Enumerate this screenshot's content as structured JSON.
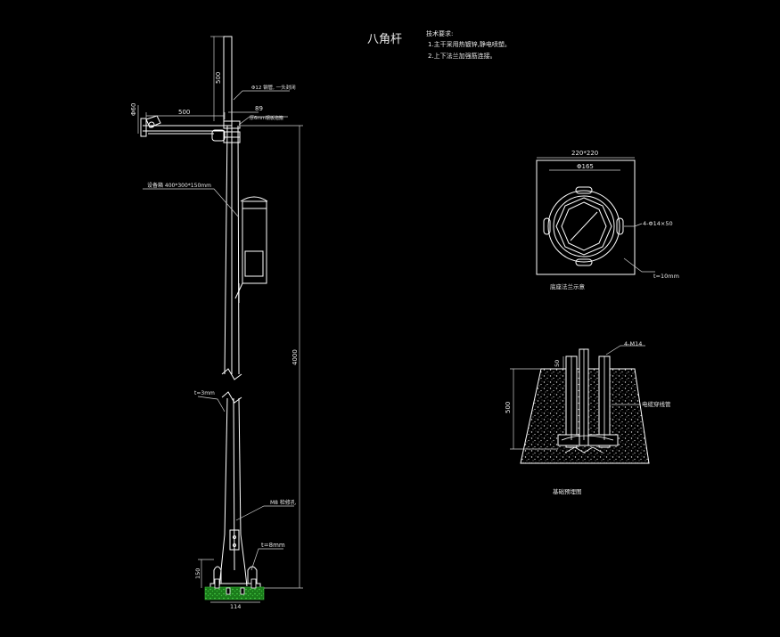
{
  "colors": {
    "background": "#000000",
    "line": "#ffffff",
    "leader": "#cfcfcf",
    "ground": "#1f8f1f",
    "concrete": "#e0e0e0"
  },
  "title": "八角杆",
  "notes": {
    "heading": "技术要求:",
    "line1": "1.主干采用热镀锌,静电喷塑。",
    "line2": "2.上下法兰加强筋连接。"
  },
  "pole": {
    "dim_top_extension": "500",
    "dim_arm_height": "Φ60",
    "dim_arm_length": "500",
    "dim_pole_top_dia": "89",
    "label_tube": "Φ12 钢管, 一头封闭",
    "label_ring": "厚6mm钢板抱箍",
    "label_box": "设备箱 400*300*150mm",
    "dim_total_height": "4000",
    "label_wall_thickness": "t=3mm",
    "label_hand_hole": "M8 检修孔",
    "label_plate_thickness": "t=8mm",
    "dim_base_height": "150",
    "dim_base_dia": "114"
  },
  "flange": {
    "dim_outer": "220*220",
    "dim_bolt_circle": "Φ165",
    "label_bolt_holes": "4-Φ14×50",
    "label_thickness": "t=10mm",
    "caption": "底座法兰示意"
  },
  "foundation": {
    "label_bolts": "4-M14",
    "dim_top": "50",
    "dim_depth": "500",
    "label_conduit": "电缆穿线管",
    "caption": "基础预埋图"
  }
}
